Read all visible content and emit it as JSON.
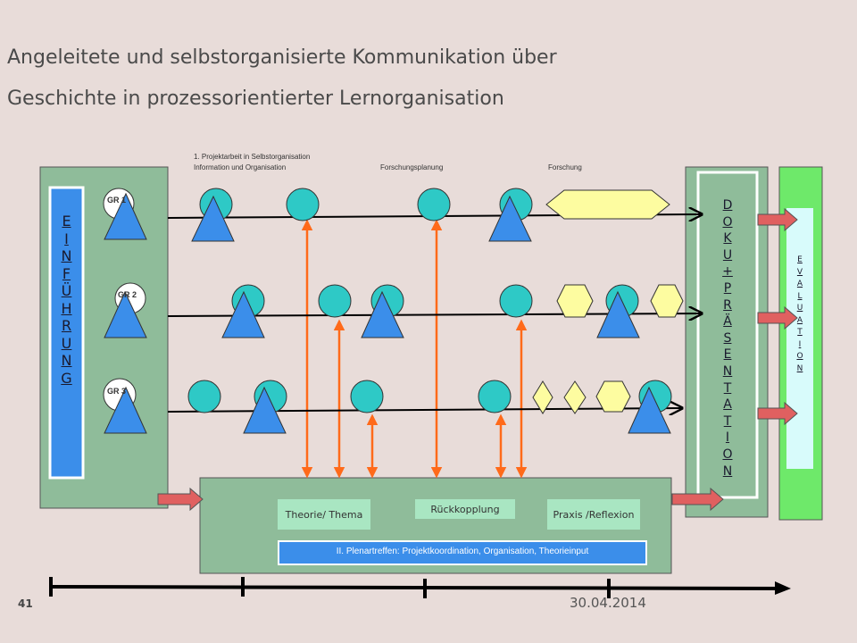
{
  "title": {
    "line1": "Angeleitete und selbstorganisierte Kommunikation über",
    "line2": "Geschichte in prozessorientierter Lernorganisation"
  },
  "top_labels": {
    "phase_title": "1. Projektarbeit in Selbstorganisation",
    "information": "Information und Organisation",
    "forschungsplanung": "Forschungsplanung",
    "forschung": "Forschung"
  },
  "groups": [
    "GR 1",
    "GR 2",
    "GR 3"
  ],
  "einfuehrung_letters": [
    "E",
    "I",
    "N",
    "F",
    "Ü",
    "H",
    "R",
    "U",
    "N",
    "G"
  ],
  "doku_letters": [
    "D",
    "O",
    "K",
    "U",
    "+",
    "P",
    "R",
    "Ä",
    "S",
    "E",
    "N",
    "T",
    "A",
    "T",
    "I",
    "O",
    "N"
  ],
  "evaluation_letters": [
    "E",
    "V",
    "A",
    "L",
    "U",
    "A",
    "T",
    "I",
    "O",
    "N"
  ],
  "bottom_boxes": {
    "theorie": "Theorie/ Thema",
    "rueckkopplung": "Rückkopplung",
    "praxis": "Praxis /Reflexion"
  },
  "plenar": "II. Plenartreffen: Projektkoordination, Organisation, Theorieinput",
  "page_number": "41",
  "date": "30.04.2014",
  "colors": {
    "panel_green": "#8fbc9a",
    "blue": "#3b8eea",
    "teal": "#2ec9c6",
    "yellow": "#fdfca0",
    "orange": "#ff6a1a",
    "red_arrow": "#e06060",
    "bright_green": "#6ee96a",
    "light_cyan": "#d8fbfb"
  }
}
